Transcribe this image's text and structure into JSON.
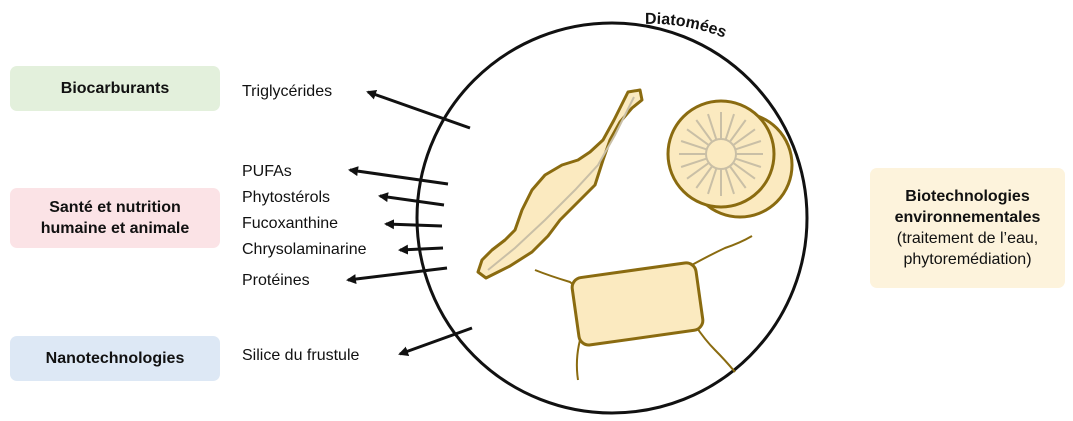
{
  "colors": {
    "biocarburants_bg": "#e3f0dc",
    "sante_bg": "#fbe3e6",
    "nano_bg": "#dde8f5",
    "env_bg": "#fdf3dc",
    "cell_fill": "#fbeac0",
    "cell_stroke": "#8a6b10"
  },
  "applications": {
    "biocarburants": "Biocarburants",
    "sante_line1": "Santé et nutrition",
    "sante_line2": "humaine et animale",
    "nanotechnologies": "Nanotechnologies",
    "env_line1": "Biotechnologies",
    "env_line2": "environnementales",
    "env_line3": "(traitement de l’eau,",
    "env_line4": "phytoremédiation)"
  },
  "compounds": [
    "Triglycérides",
    "PUFAs",
    "Phytostérols",
    "Fucoxanthine",
    "Chrysolaminarine",
    "Protéines",
    "Silice du frustule"
  ],
  "circle_label": "Diatomées",
  "icons": [
    "pennate-diatom-icon",
    "centric-diatom-icon",
    "chain-diatom-icon"
  ]
}
